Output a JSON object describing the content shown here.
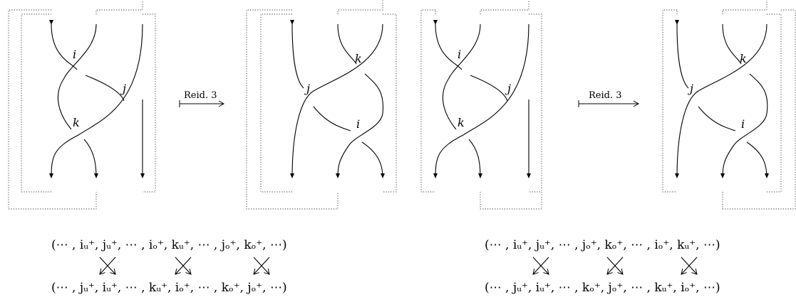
{
  "move_label": "Reid. 3",
  "labels": [
    "i",
    "j",
    "k"
  ],
  "diagram1": {
    "i": "i",
    "j": "j",
    "k": "k",
    "arrow": "Reid. 3"
  },
  "diagram2": {
    "i": "i",
    "j": "j",
    "k": "k"
  },
  "diagram3": {
    "i": "i",
    "j": "j",
    "k": "k",
    "arrow": "Reid. 3"
  },
  "diagram4": {
    "i": "i",
    "j": "j",
    "k": "k"
  },
  "sequences": {
    "left_top": "(⋯ , iᵤ⁺, jᵤ⁺, ⋯ , iₒ⁺, kᵤ⁺, ⋯ , jₒ⁺, kₒ⁺, ⋯)",
    "left_bottom": "(⋯ , jᵤ⁺, iᵤ⁺, ⋯ , kᵤ⁺, iₒ⁺, ⋯ , kₒ⁺, jₒ⁺, ⋯)",
    "right_top": "(⋯ , iᵤ⁺, jᵤ⁺, ⋯ , jₒ⁺, kₒ⁺, ⋯ , iₒ⁺, kᵤ⁺, ⋯)",
    "right_bottom": "(⋯ , jᵤ⁺, iᵤ⁺, ⋯ , kₒ⁺, jₒ⁺, ⋯ , kᵤ⁺, iₒ⁺, ⋯)"
  }
}
